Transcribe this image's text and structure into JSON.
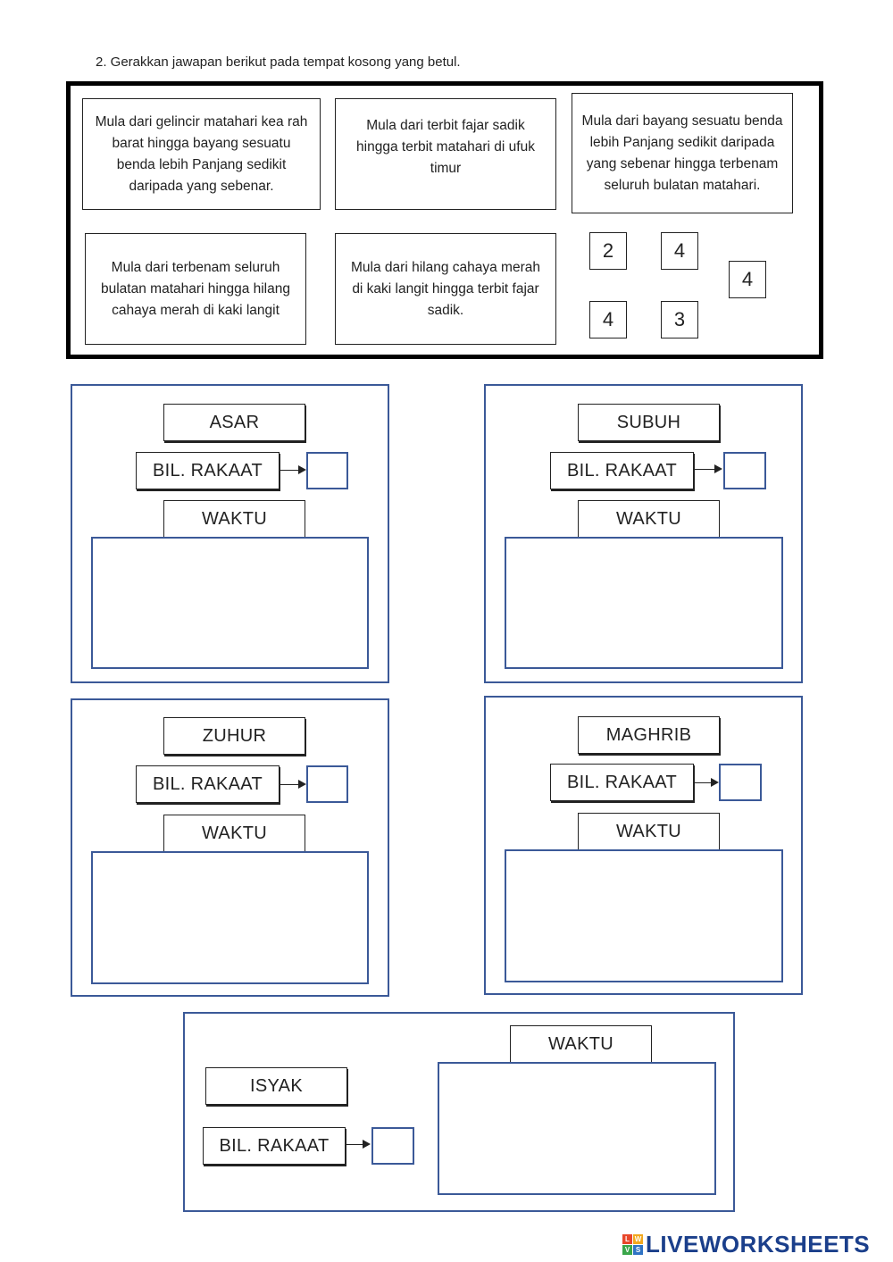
{
  "instruction": "2. Gerakkan jawapan berikut pada tempat kosong yang betul.",
  "answer_bank": {
    "options": [
      "Mula dari gelincir matahari kea rah barat hingga bayang sesuatu benda lebih Panjang sedikit daripada yang sebenar.",
      "Mula dari terbit fajar sadik hingga terbit matahari di ufuk timur",
      "Mula dari bayang sesuatu benda lebih Panjang sedikit daripada yang sebenar hingga terbenam seluruh bulatan matahari.",
      "Mula dari terbenam seluruh bulatan matahari hingga hilang cahaya merah di kaki langit",
      "Mula dari hilang cahaya merah di kaki langit hingga terbit fajar sadik."
    ],
    "numbers": [
      "2",
      "4",
      "4",
      "4",
      "3"
    ]
  },
  "prayers": {
    "asar": {
      "name": "ASAR",
      "rakaat_label": "BIL. RAKAAT",
      "waktu_label": "WAKTU"
    },
    "subuh": {
      "name": "SUBUH",
      "rakaat_label": "BIL. RAKAAT",
      "waktu_label": "WAKTU"
    },
    "zuhur": {
      "name": "ZUHUR",
      "rakaat_label": "BIL. RAKAAT",
      "waktu_label": "WAKTU"
    },
    "maghrib": {
      "name": "MAGHRIB",
      "rakaat_label": "BIL. RAKAAT",
      "waktu_label": "WAKTU"
    },
    "isyak": {
      "name": "ISYAK",
      "rakaat_label": "BIL. RAKAAT",
      "waktu_label": "WAKTU"
    }
  },
  "brand": {
    "text": "LIVEWORKSHEETS",
    "mark_letters": [
      "L",
      "W",
      "V",
      "S"
    ],
    "colors": {
      "text": "#1b3f8b",
      "card_border": "#3b5998"
    }
  }
}
